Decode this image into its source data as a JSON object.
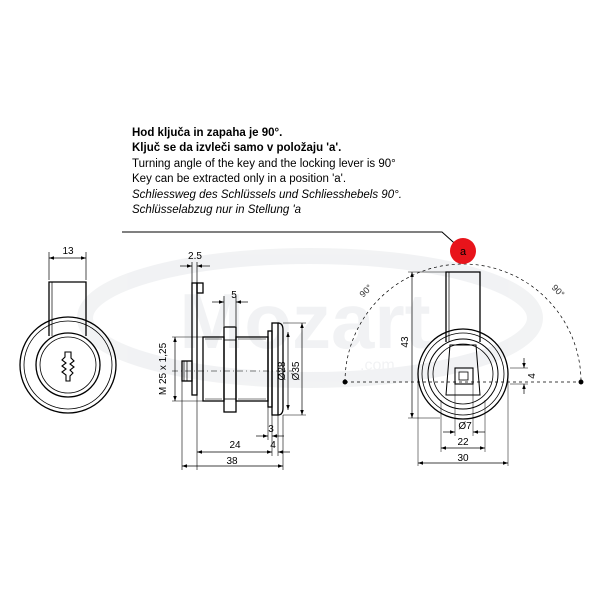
{
  "notes": {
    "line1": "Hod ključa in zapaha je 90°.",
    "line2": "Ključ se da izvleči samo v položaju 'a'.",
    "line3": "Turning angle of the key and the locking lever is 90°",
    "line4": "Key can be extracted only in a position 'a'.",
    "line5": "Schliessweg des Schlüssels und Schliesshebels 90°.",
    "line6": "Schlüsselabzug nur in Stellung 'a"
  },
  "position_marker": {
    "label": "a",
    "color": "#e8141b"
  },
  "front_view": {
    "width": "13"
  },
  "side_view": {
    "plate_thickness": "2.5",
    "cam_offset": "5",
    "thread": "M 25 x 1,25",
    "diameter_inner": "Ø28",
    "diameter_outer": "Ø35",
    "dim_3": "3",
    "dim_4": "4",
    "dim_24": "24",
    "dim_38": "38"
  },
  "back_view": {
    "angle_left": "90°",
    "angle_right": "90°",
    "height": "43",
    "slot": "4",
    "pin_diameter": "Ø7",
    "width_inner": "22",
    "width_outer": "30"
  },
  "watermark": {
    "text": "Mozart",
    "domain": ".com"
  }
}
